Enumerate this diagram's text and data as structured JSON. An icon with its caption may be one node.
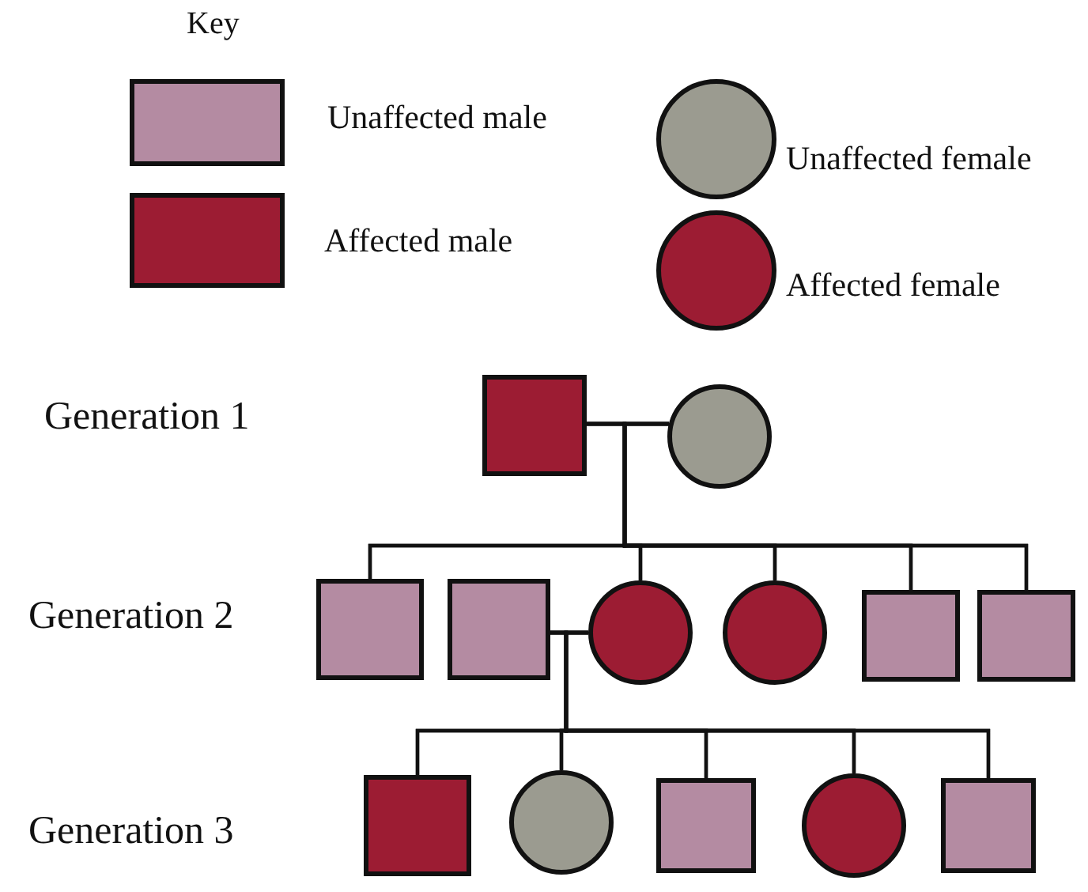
{
  "diagram": {
    "nodes": [
      {
        "text": [],
        "shape": "box"
      },
      {
        "text": [],
        "shape": "circle"
      },
      {
        "text": [],
        "shape": "box"
      },
      {
        "text": [],
        "shape": "box"
      },
      {
        "text": [],
        "shape": "circle"
      },
      {
        "text": [],
        "shape": "circle"
      },
      {
        "text": [],
        "shape": "box"
      },
      {
        "text": [],
        "shape": "box"
      },
      {
        "text": [],
        "shape": "box"
      },
      {
        "text": [],
        "shape": "circle"
      },
      {
        "text": [],
        "shape": "box"
      },
      {
        "text": [],
        "shape": "circle"
      },
      {
        "text": [],
        "shape": "box"
      }
    ],
    "edges": [
      {
        "from": 0,
        "to": 1,
        "arrow": "none"
      },
      {
        "from": 0,
        "to": 2,
        "arrow": "none"
      },
      {
        "from": 0,
        "to": 4,
        "arrow": "none"
      },
      {
        "from": 0,
        "to": 5,
        "arrow": "none"
      },
      {
        "from": 0,
        "to": 6,
        "arrow": "none"
      },
      {
        "from": 0,
        "to": 7,
        "arrow": "none"
      },
      {
        "from": 1,
        "to": 2,
        "arrow": "none"
      },
      {
        "from": 1,
        "to": 4,
        "arrow": "none"
      },
      {
        "from": 1,
        "to": 5,
        "arrow": "none"
      },
      {
        "from": 1,
        "to": 6,
        "arrow": "none"
      },
      {
        "from": 1,
        "to": 7,
        "arrow": "none"
      },
      {
        "from": 3,
        "to": 4,
        "arrow": "none"
      },
      {
        "from": 3,
        "to": 8,
        "arrow": "none"
      },
      {
        "from": 3,
        "to": 9,
        "arrow": "none"
      },
      {
        "from": 3,
        "to": 10,
        "arrow": "none"
      },
      {
        "from": 3,
        "to": 11,
        "arrow": "none"
      },
      {
        "from": 3,
        "to": 12,
        "arrow": "none"
      },
      {
        "from": 4,
        "to": 8,
        "arrow": "none"
      },
      {
        "from": 4,
        "to": 9,
        "arrow": "none"
      },
      {
        "from": 4,
        "to": 10,
        "arrow": "none"
      },
      {
        "from": 4,
        "to": 11,
        "arrow": "none"
      },
      {
        "from": 4,
        "to": 12,
        "arrow": "none"
      }
    ],
    "labels": [
      "Key",
      "Generation 1",
      "Generation 2",
      "Generation 3"
    ],
    "legend": [
      {
        "text": "Unaffected male",
        "color": "#b48ba2"
      },
      {
        "text": "Affected male",
        "color": "#9c1c33"
      },
      {
        "text": "Unaffected female",
        "color": "#9b9b90"
      },
      {
        "text": "Affected female",
        "color": "#9c1c33"
      }
    ]
  }
}
